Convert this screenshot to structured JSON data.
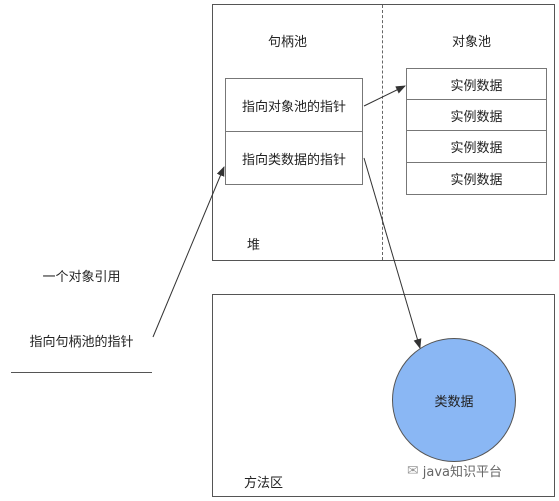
{
  "reference_box": {
    "title": "一个对象引用",
    "pointer": "指向句柄池的指针"
  },
  "heap": {
    "label": "堆",
    "handle_pool": {
      "title": "句柄池",
      "pointers": [
        "指向对象池的指针",
        "指向类数据的指针"
      ]
    },
    "object_pool": {
      "title": "对象池",
      "items": [
        "实例数据",
        "实例数据",
        "实例数据",
        "实例数据"
      ]
    }
  },
  "method_area": {
    "label": "方法区",
    "class_data": "类数据"
  },
  "watermark": "java知识平台",
  "colors": {
    "class_circle_fill": "#8ab7f4",
    "border": "#555555",
    "arrow": "#333333"
  }
}
